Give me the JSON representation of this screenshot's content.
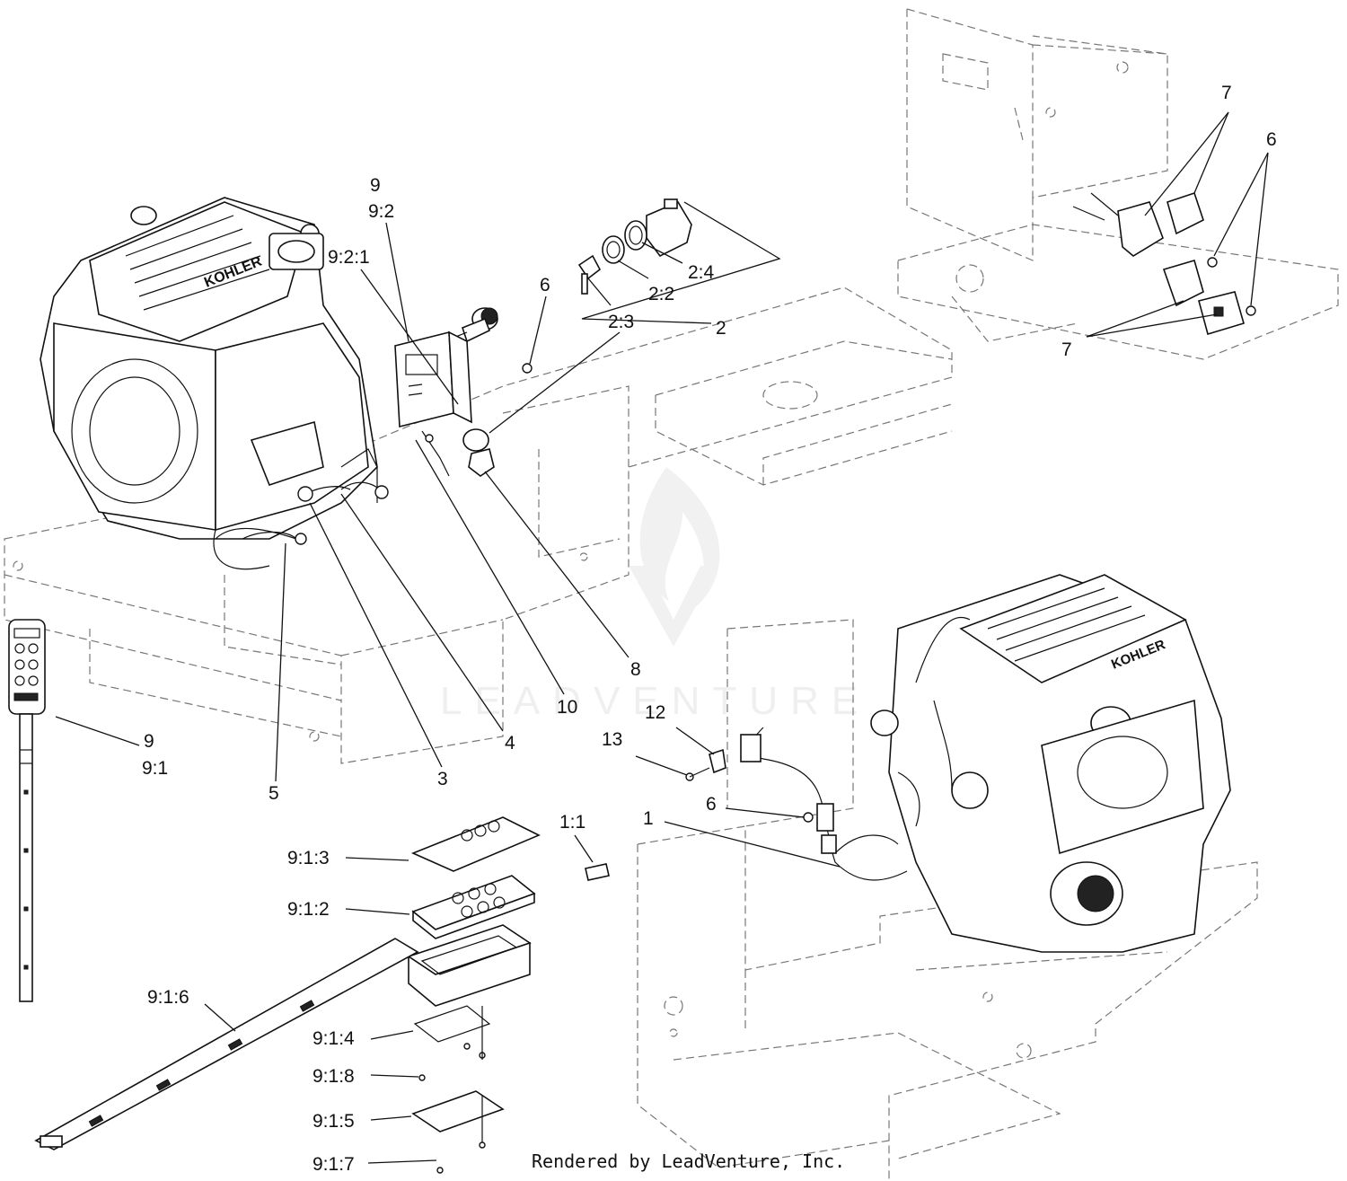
{
  "diagram": {
    "watermark_text": "LEADVENTURE",
    "credit": "Rendered by LeadVenture, Inc.",
    "engine_brand": "KOHLER",
    "callouts": [
      {
        "id": "c-9-top",
        "text": "9"
      },
      {
        "id": "c-9-2",
        "text": "9:2"
      },
      {
        "id": "c-9-2-1",
        "text": "9:2:1"
      },
      {
        "id": "c-6-top",
        "text": "6"
      },
      {
        "id": "c-2-3",
        "text": "2:3"
      },
      {
        "id": "c-2-2",
        "text": "2:2"
      },
      {
        "id": "c-2-4",
        "text": "2:4"
      },
      {
        "id": "c-2",
        "text": "2"
      },
      {
        "id": "c-7-top",
        "text": "7"
      },
      {
        "id": "c-6-right",
        "text": "6"
      },
      {
        "id": "c-7-bottom",
        "text": "7"
      },
      {
        "id": "c-8",
        "text": "8"
      },
      {
        "id": "c-10",
        "text": "10"
      },
      {
        "id": "c-4",
        "text": "4"
      },
      {
        "id": "c-3",
        "text": "3"
      },
      {
        "id": "c-5",
        "text": "5"
      },
      {
        "id": "c-9-left",
        "text": "9"
      },
      {
        "id": "c-9-1",
        "text": "9:1"
      },
      {
        "id": "c-12",
        "text": "12"
      },
      {
        "id": "c-13",
        "text": "13"
      },
      {
        "id": "c-6-mid",
        "text": "6"
      },
      {
        "id": "c-1",
        "text": "1"
      },
      {
        "id": "c-1-1",
        "text": "1:1"
      },
      {
        "id": "c-9-1-3",
        "text": "9:1:3"
      },
      {
        "id": "c-9-1-2",
        "text": "9:1:2"
      },
      {
        "id": "c-9-1-6",
        "text": "9:1:6"
      },
      {
        "id": "c-9-1-4",
        "text": "9:1:4"
      },
      {
        "id": "c-9-1-8",
        "text": "9:1:8"
      },
      {
        "id": "c-9-1-5",
        "text": "9:1:5"
      },
      {
        "id": "c-9-1-7",
        "text": "9:1:7"
      }
    ]
  }
}
